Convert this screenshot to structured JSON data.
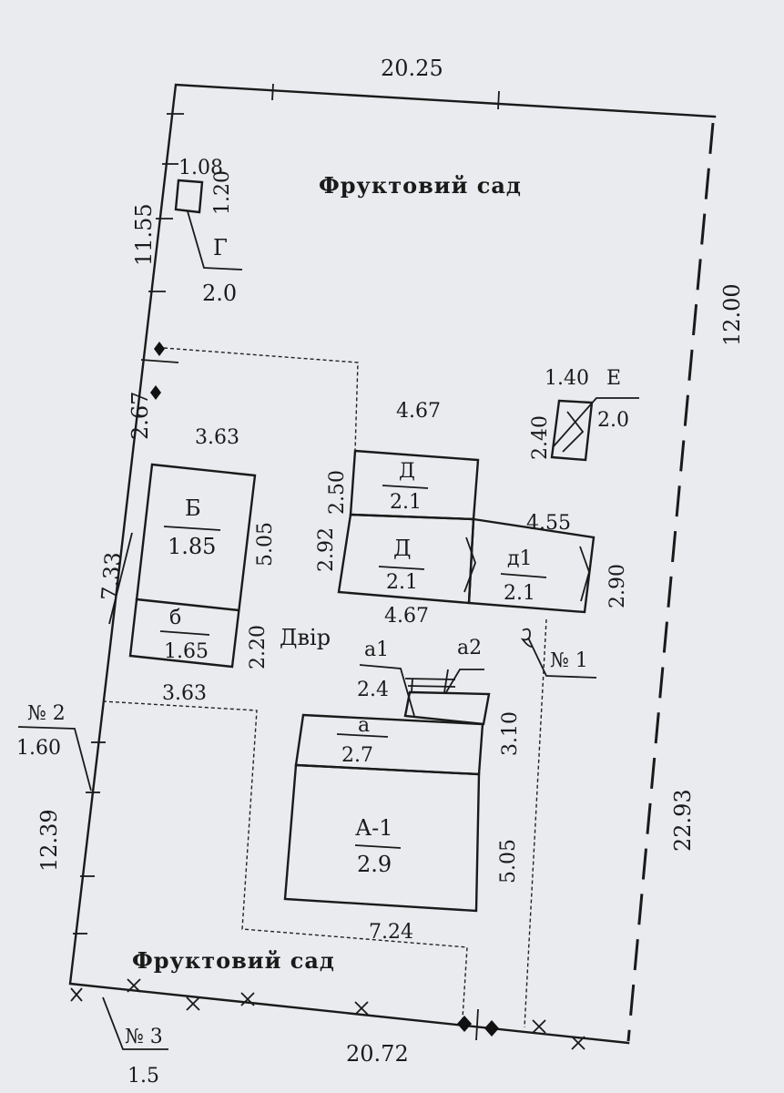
{
  "plan": {
    "dimensions": {
      "top": "20.25",
      "right_upper": "12.00",
      "right_lower": "22.93",
      "bottom": "20.72",
      "left_upper": "11.55",
      "left_gap": "2.67",
      "left_mid": "7.33",
      "left_lower": "12.39"
    },
    "areas": {
      "garden_top": "Фруктовий сад",
      "garden_bottom": "Фруктовий сад",
      "yard": "Двір"
    },
    "markers": {
      "n1": "№ 1",
      "n2": "№ 2",
      "n2_value": "1.60",
      "n3": "№ 3",
      "n3_value": "1.5"
    },
    "buildings": {
      "g": {
        "w": "1.08",
        "h": "1.20",
        "label": "Г",
        "height": "2.0"
      },
      "b": {
        "w": "3.63",
        "h": "5.05",
        "label": "Б",
        "height": "1.85"
      },
      "b_small": {
        "w": "3.63",
        "h": "2.20",
        "label": "б",
        "height": "1.65"
      },
      "d_top": {
        "w": "4.67",
        "h": "2.50",
        "label": "Д",
        "height": "2.1"
      },
      "d_mid": {
        "w": "4.67",
        "h": "2.92",
        "label": "Д",
        "height": "2.1"
      },
      "d1": {
        "w": "4.55",
        "h": "2.90",
        "label": "д1",
        "height": "2.1"
      },
      "e": {
        "w": "1.40",
        "h": "2.40",
        "label": "Е",
        "height": "2.0"
      },
      "a1_porch": {
        "label": "а1",
        "height": "2.4"
      },
      "a2_porch": {
        "label": "а2"
      },
      "a_ext": {
        "h": "3.10",
        "label": "а",
        "height": "2.7"
      },
      "a_main": {
        "w": "7.24",
        "h": "5.05",
        "label": "А-1",
        "height": "2.9"
      }
    }
  }
}
